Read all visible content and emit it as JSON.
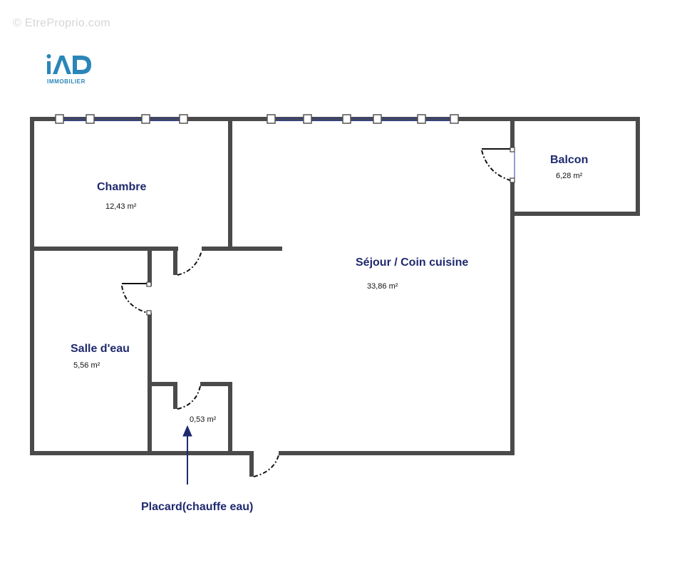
{
  "watermark": "© EtreProprio.com",
  "logo": {
    "mark": "iAD",
    "subtitle": "IMMOBILIER",
    "color": "#2a86b8"
  },
  "rooms": {
    "chambre": {
      "name": "Chambre",
      "area": "12,43 m²"
    },
    "sejour": {
      "name": "Séjour / Coin cuisine",
      "area": "33,86 m²"
    },
    "balcon": {
      "name": "Balcon",
      "area": "6,28 m²"
    },
    "salle_eau": {
      "name": "Salle d'eau",
      "area": "5,56 m²"
    },
    "placard": {
      "area": "0,53 m²"
    }
  },
  "callout": {
    "label": "Placard(chauffe eau)"
  },
  "colors": {
    "wall": "#4a4a4a",
    "text": "#1f2a6e",
    "window": "#2b3ea8"
  }
}
